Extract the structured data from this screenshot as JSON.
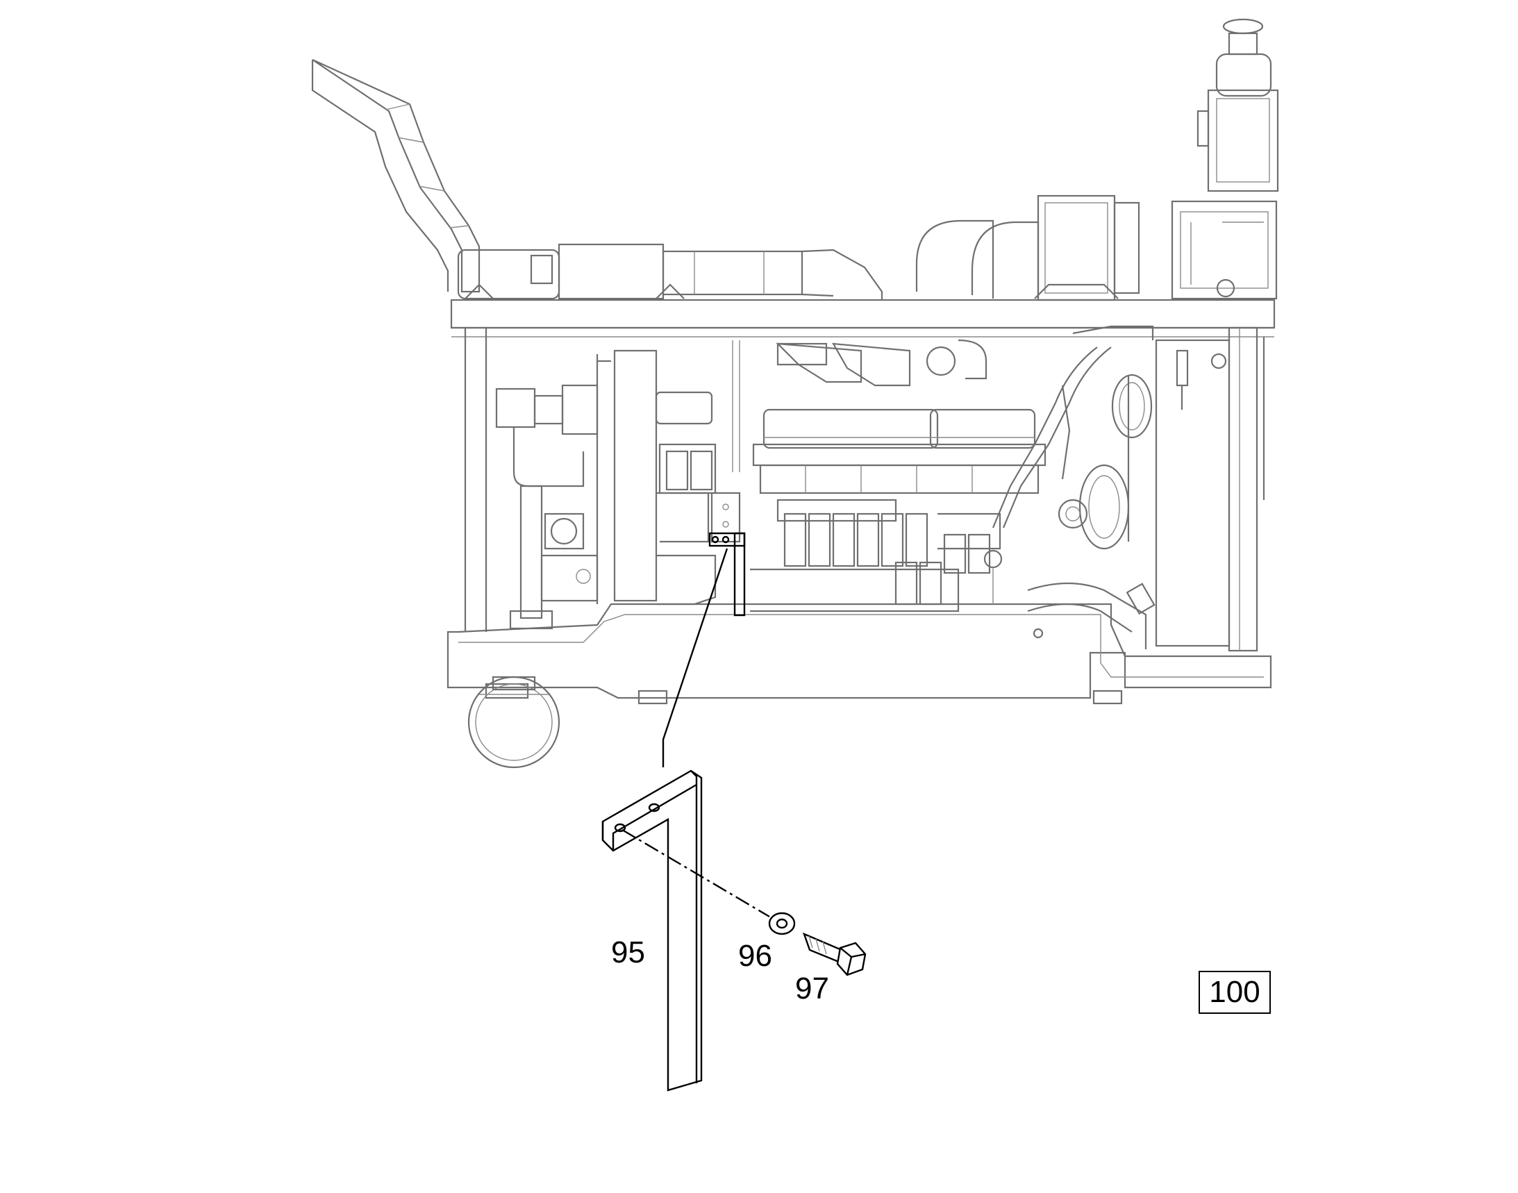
{
  "callouts": {
    "bracket": "95",
    "washer": "96",
    "bolt": "97"
  },
  "page_number": "100",
  "colors": {
    "assembly_lines": "#6f6f6f",
    "exploded_parts": "#000000",
    "background": "#ffffff"
  }
}
